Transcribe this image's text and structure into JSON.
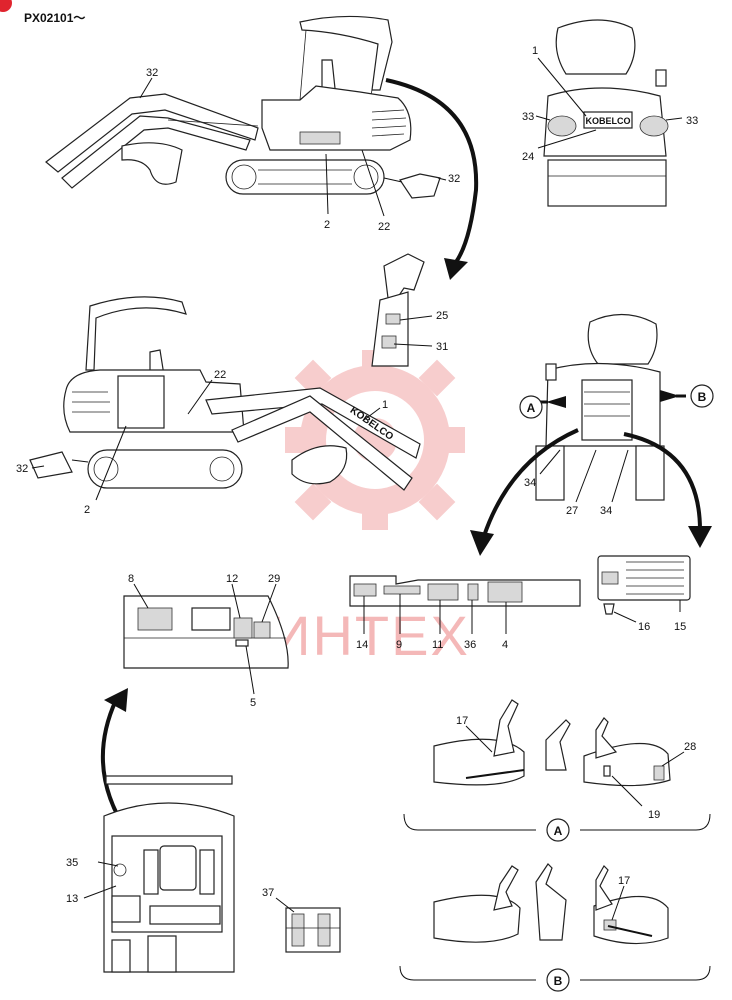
{
  "header": {
    "code": "PX02101～",
    "badge_color": "#e0242e"
  },
  "watermark": {
    "text": "ИНТЕХ",
    "color": "#f2a6a6"
  },
  "brand_markings": {
    "boom_logo": "KOBELCO",
    "rear_logo": "KOBELCO"
  },
  "callouts": {
    "top_side_boom": "32",
    "top_side_step": "2",
    "top_side_rear": "22",
    "top_side_blade": "32",
    "rear_top_1": "1",
    "rear_top_33l": "33",
    "rear_top_33r": "33",
    "rear_top_24": "24",
    "cab_25": "25",
    "cab_31": "31",
    "mid_side_22": "22",
    "mid_side_1": "1",
    "mid_side_32": "32",
    "mid_side_2": "2",
    "rear_mid_34a": "34",
    "rear_mid_27": "27",
    "rear_mid_34b": "34",
    "panel_8": "8",
    "panel_12": "12",
    "panel_29": "29",
    "panel_5": "5",
    "strip_14": "14",
    "strip_9": "9",
    "strip_11": "11",
    "strip_36": "36",
    "strip_4": "4",
    "plate_16": "16",
    "plate_15": "15",
    "view_a_17": "17",
    "view_a_28": "28",
    "view_a_19": "19",
    "view_b_17": "17",
    "top_35": "35",
    "top_13": "13",
    "battery_37": "37"
  },
  "views": {
    "a_letter": "A",
    "b_letter": "B",
    "a_caption": "A",
    "b_caption": "B"
  }
}
